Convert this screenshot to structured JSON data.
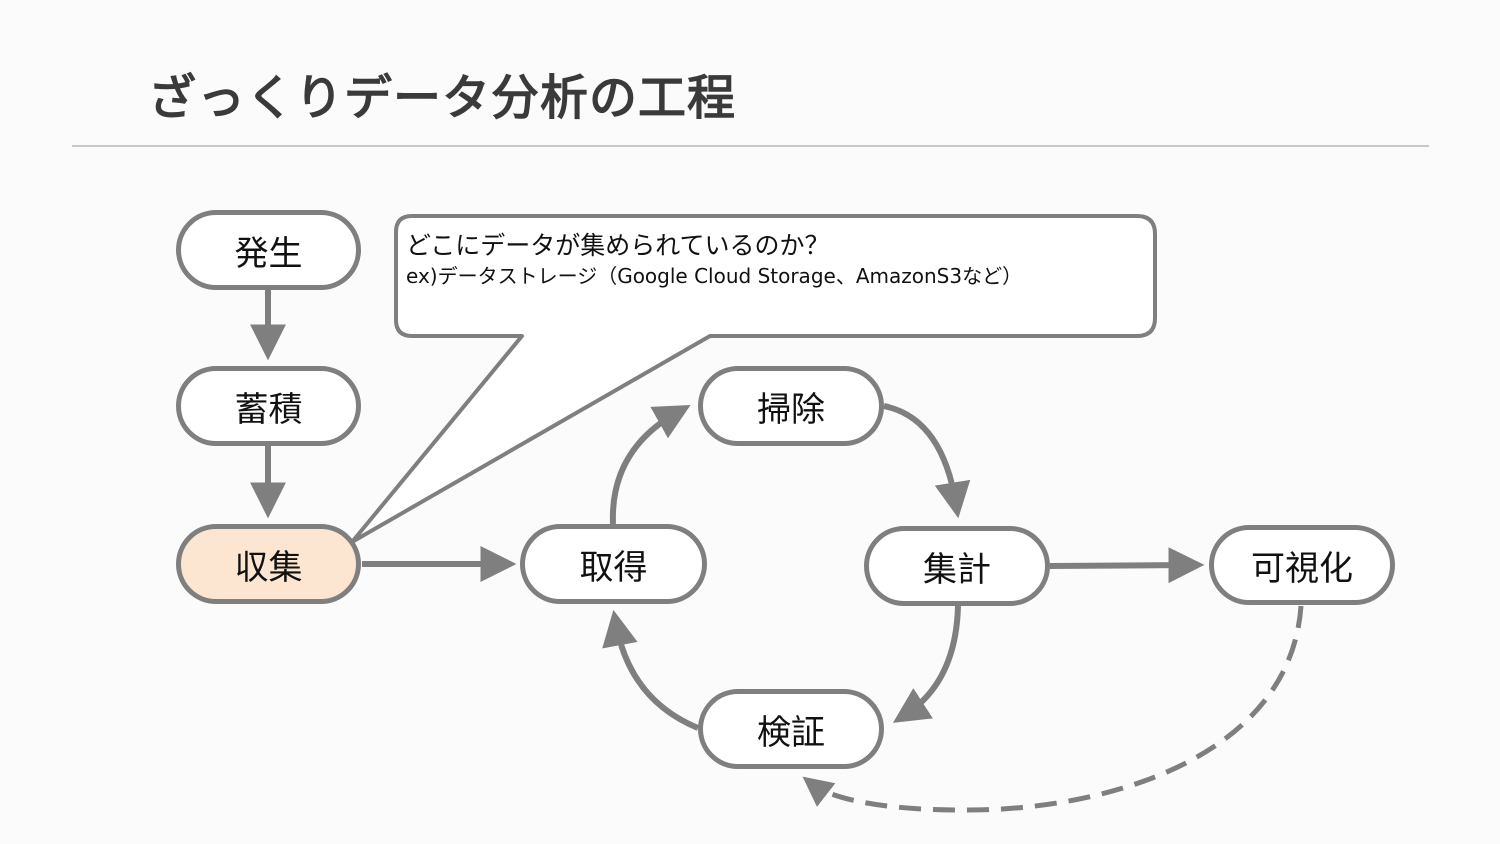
{
  "title": "ざっくりデータ分析の工程",
  "callout": {
    "question": "どこにデータが集められているのか？",
    "example": "ex)データストレージ（Google Cloud Storage、AmazonS3など）"
  },
  "nodes": {
    "generate": "発生",
    "accumulate": "蓄積",
    "collect": "収集",
    "acquire": "取得",
    "cleanse": "掃除",
    "aggregate": "集計",
    "verify": "検証",
    "visualize": "可視化"
  },
  "colors": {
    "highlight": "#fce6d2",
    "stroke": "#7f7f7f",
    "title": "#3a3a3a"
  }
}
